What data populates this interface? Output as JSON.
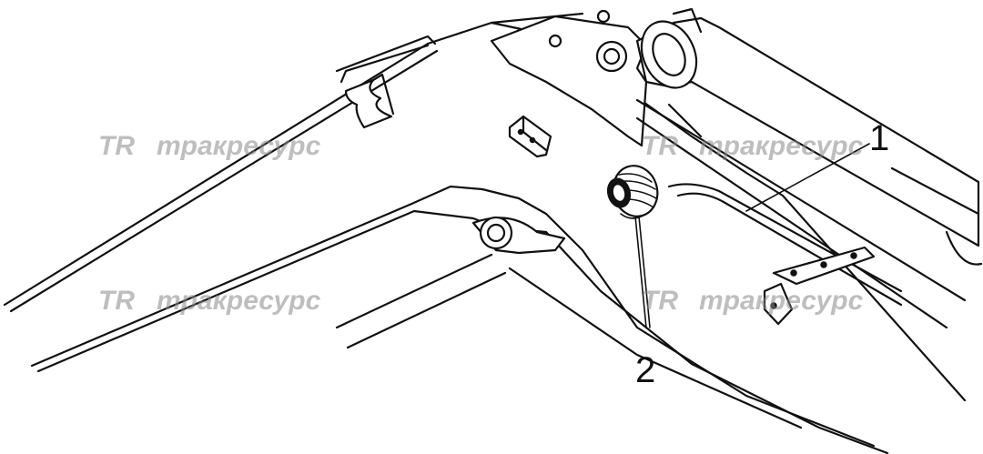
{
  "diagram": {
    "callouts": [
      {
        "id": "1",
        "label": "1"
      },
      {
        "id": "2",
        "label": "2"
      }
    ]
  },
  "watermark": {
    "logo_letters": "TR",
    "text": "тракресурс"
  },
  "colors": {
    "line": "#111111",
    "background": "#ffffff",
    "watermark": "#8a8a8a"
  }
}
